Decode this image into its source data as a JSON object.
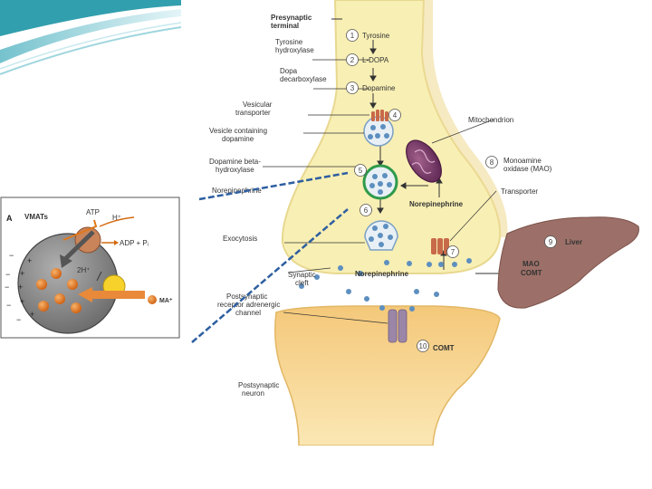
{
  "main_figure": {
    "labels": {
      "presynaptic_terminal": [
        "Presynaptic",
        "terminal"
      ],
      "tyrosine_hydroxylase": [
        "Tyrosine",
        "hydroxylase"
      ],
      "dopa_decarboxylase": [
        "Dopa",
        "decarboxylase"
      ],
      "vesicular_transporter": [
        "Vesicular",
        "transporter"
      ],
      "vesicle_containing_dopamine": [
        "Vesicle containing",
        "dopamine"
      ],
      "dopamine_beta_hydroxylase": [
        "Dopamine beta-",
        "hydroxylase"
      ],
      "norepinephrine_left": "Norepinephrine",
      "exocytosis": "Exocytosis",
      "synaptic_cleft": [
        "Synaptic",
        "cleft"
      ],
      "postsynaptic_receptor": [
        "Postsynaptic",
        "receptor adrenergic",
        "channel"
      ],
      "postsynaptic_neuron": [
        "Postsynaptic",
        "neuron"
      ],
      "mitochondrion": "Mitochondrion",
      "monoamine_oxidase": [
        "Monoamine",
        "oxidase (MAO)"
      ],
      "transporter": "Transporter",
      "norepinephrine_inside": "Norepinephrine",
      "norepinephrine_cleft": "Norepinephrine",
      "liver": "Liver",
      "liver_enzymes": [
        "MAO",
        "COMT"
      ],
      "comt": "COMT"
    },
    "steps": [
      {
        "num": "1",
        "text": "Tyrosine"
      },
      {
        "num": "2",
        "text": "L-DOPA"
      },
      {
        "num": "3",
        "text": "Dopamine"
      },
      {
        "num": "4",
        "text": ""
      },
      {
        "num": "5",
        "text": ""
      },
      {
        "num": "6",
        "text": ""
      },
      {
        "num": "7",
        "text": ""
      },
      {
        "num": "8",
        "text": ""
      },
      {
        "num": "9",
        "text": ""
      },
      {
        "num": "10",
        "text": ""
      }
    ]
  },
  "inset_figure": {
    "panel_letter": "A",
    "title": "VMATs",
    "atp": "ATP",
    "h_plus": "H⁺",
    "adp": "ADP + Pᵢ",
    "two_h": "2H⁺",
    "ma": "MA⁺",
    "plus_sign": "+",
    "minus_sign": "−"
  },
  "colors": {
    "neuron_fill": "#f8efb4",
    "neuron_edge": "#e8d890",
    "vesicle_blue": "#5d8fbf",
    "vesicle_highlight": "#2e9a4a",
    "liver": "#9c7068",
    "receptor": "#9b86a8",
    "annotation_dash": "#2e5fa0",
    "inset_sphere": "#8a8a8a",
    "inset_orange": "#e0781c"
  }
}
